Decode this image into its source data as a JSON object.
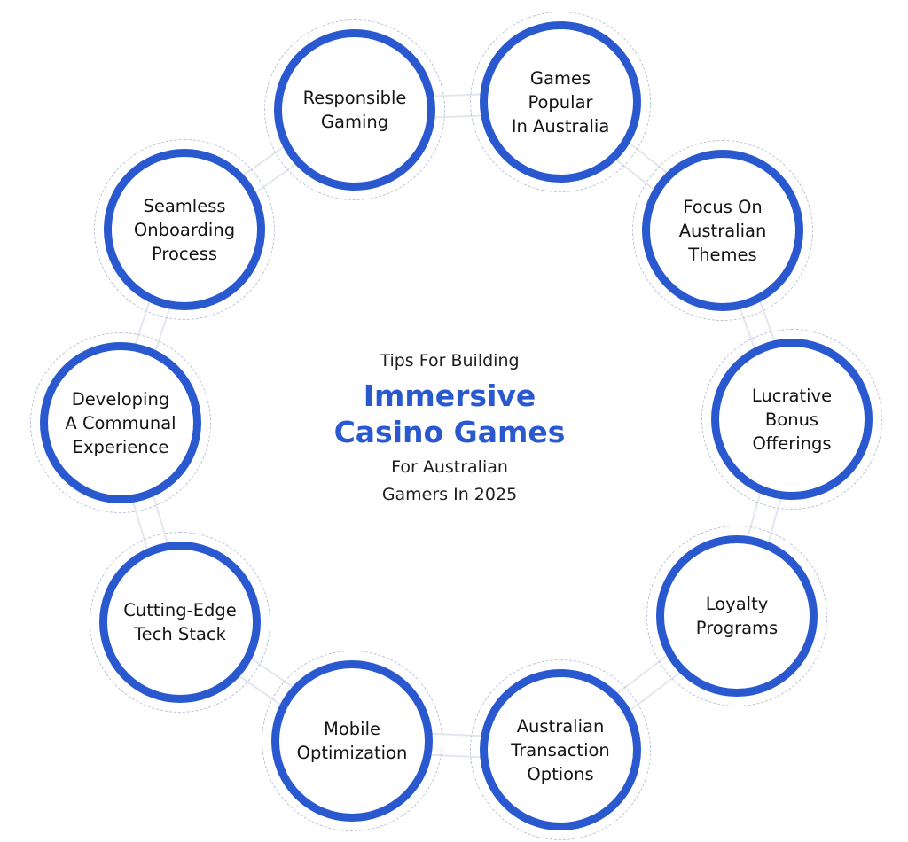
{
  "diagram": {
    "center": {
      "pre_title": "Tips For Building",
      "title": "Immersive\nCasino Games",
      "post_title": "For Australian\nGamers In 2025"
    },
    "nodes": [
      {
        "label": "Responsible\nGaming"
      },
      {
        "label": "Games\nPopular\nIn Australia"
      },
      {
        "label": "Focus On\nAustralian\nThemes"
      },
      {
        "label": "Lucrative\nBonus\nOfferings"
      },
      {
        "label": "Loyalty\nPrograms"
      },
      {
        "label": "Australian\nTransaction\nOptions"
      },
      {
        "label": "Mobile\nOptimization"
      },
      {
        "label": "Cutting-Edge\nTech Stack"
      },
      {
        "label": "Developing\nA Communal\nExperience"
      },
      {
        "label": "Seamless\nOnboarding\nProcess"
      }
    ],
    "colors": {
      "accent": "#2a59cf",
      "ring_dash": "#b9c3d6",
      "connector": "#e2e6ee",
      "text": "#141414"
    }
  }
}
